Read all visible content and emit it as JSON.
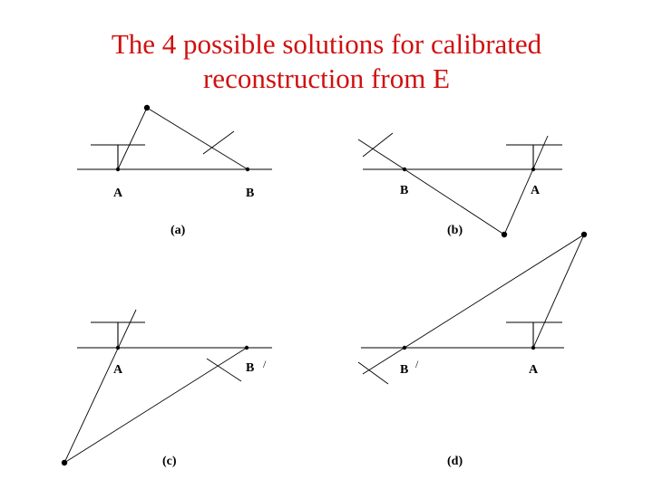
{
  "title": {
    "line1": "The 4 possible solutions for calibrated",
    "line2": "reconstruction from E"
  },
  "panels": {
    "a": {
      "caption": "(a)",
      "label_camera_a": "A",
      "label_camera_b": "B"
    },
    "b": {
      "caption": "(b)",
      "label_camera_b": "B",
      "label_camera_a": "A"
    },
    "c": {
      "caption": "(c)",
      "label_camera_a": "A",
      "label_camera_b": "B",
      "prime_b": "/"
    },
    "d": {
      "caption": "(d)",
      "label_camera_b": "B",
      "prime_b": "/",
      "label_camera_a": "A"
    }
  }
}
